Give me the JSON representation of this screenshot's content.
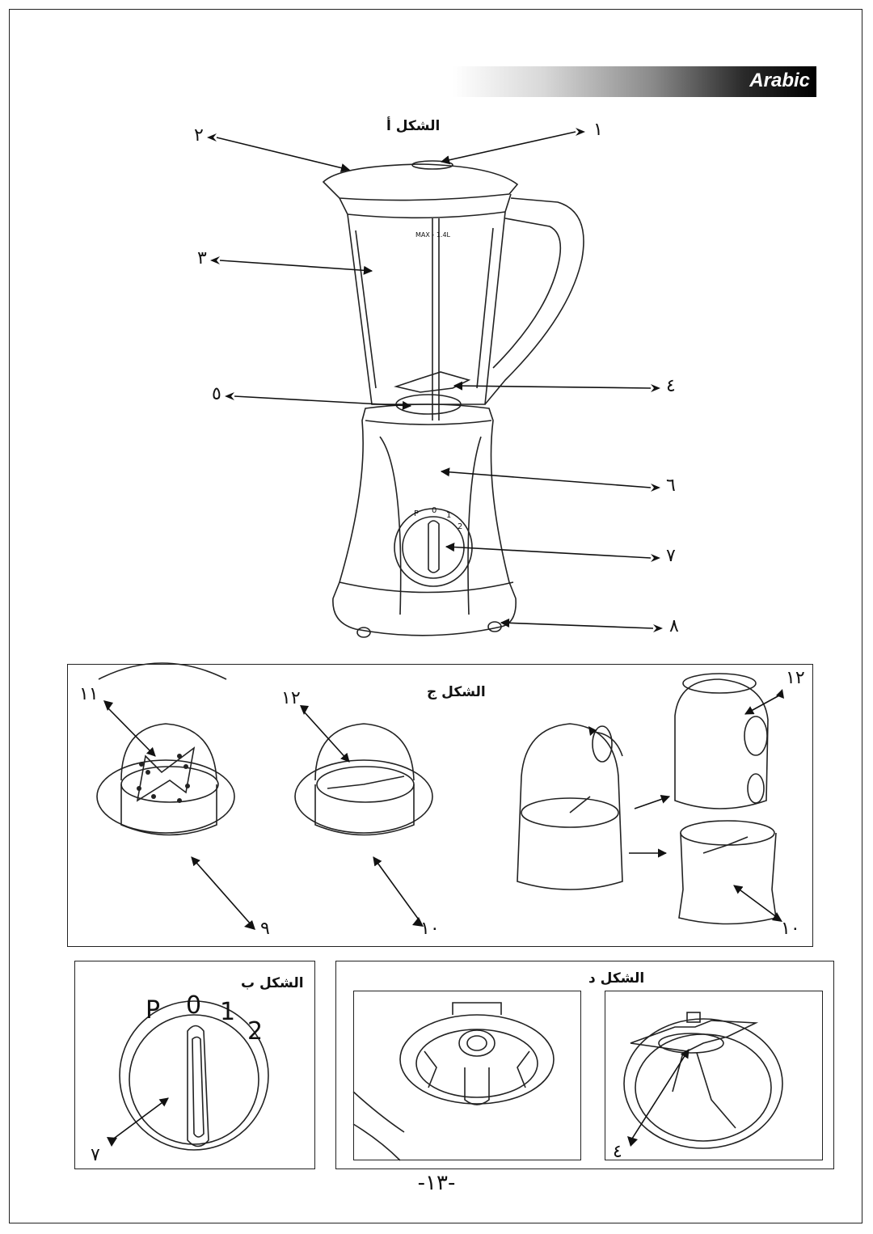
{
  "header": {
    "language_label": "Arabic"
  },
  "figure_a": {
    "title": "الشكل أ",
    "capacity_mark": "MAX - 1.4L",
    "dial_marks": [
      "P",
      "0",
      "1",
      "2"
    ],
    "callouts": [
      "١",
      "٢",
      "٣",
      "٤",
      "٥",
      "٦",
      "٧",
      "٨"
    ]
  },
  "figure_c": {
    "title": "الشكل ج",
    "callouts": [
      "١١",
      "١٢",
      "١٢",
      "٩",
      "١٠",
      "١٠"
    ]
  },
  "figure_b": {
    "title": "الشكل ب",
    "dial_marks": [
      "P",
      "0",
      "1",
      "2"
    ],
    "callout": "٧"
  },
  "figure_d": {
    "title": "الشكل د",
    "callout": "٤"
  },
  "page_number": "-١٣-"
}
